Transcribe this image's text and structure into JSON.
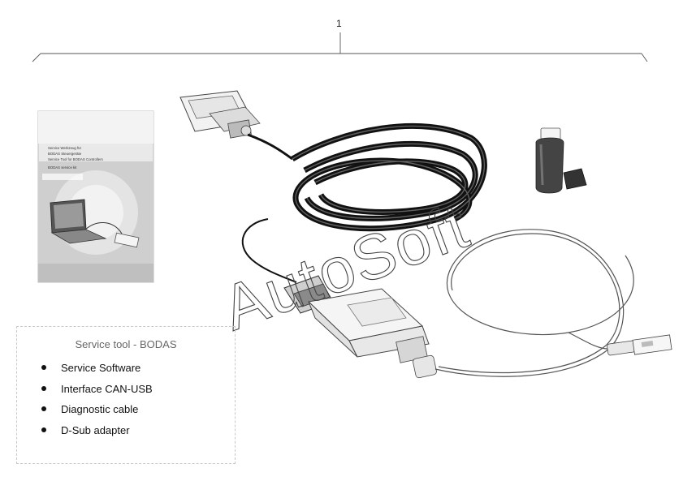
{
  "callout": {
    "number": "1"
  },
  "watermark": {
    "text": "AutoSoft"
  },
  "manual": {
    "line1": "Service Werkzeug für",
    "line2": "BODAS Steuergeräte",
    "line3": "Service Tool for BODAS Controllers",
    "line4": "BODAS service kit"
  },
  "info_box": {
    "title": "Service tool - BODAS",
    "items": [
      "Service Software",
      "Interface CAN-USB",
      "Diagnostic cable",
      "D-Sub adapter"
    ]
  }
}
